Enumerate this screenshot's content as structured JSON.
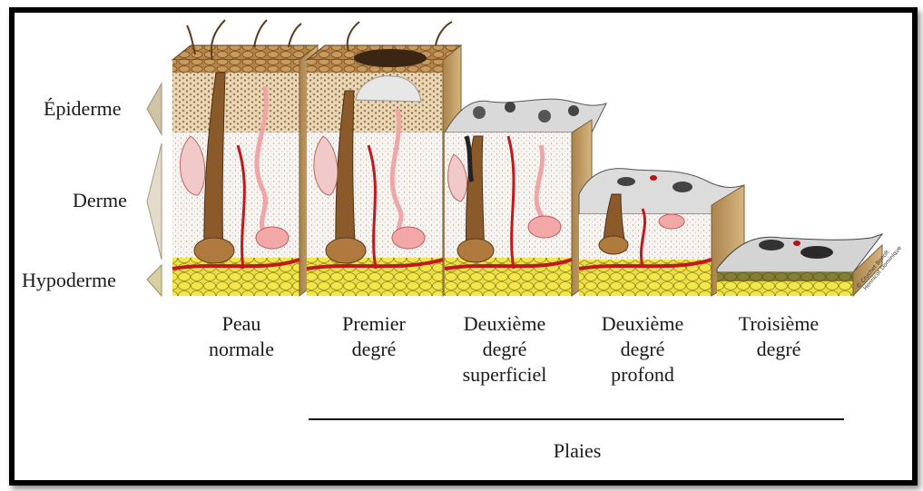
{
  "layers": [
    {
      "key": "epidermis",
      "label": "Épiderme"
    },
    {
      "key": "dermis",
      "label": "Derme"
    },
    {
      "key": "hypodermis",
      "label": "Hypoderme"
    }
  ],
  "stages": [
    {
      "key": "normal",
      "lines": [
        "Peau",
        "normale"
      ]
    },
    {
      "key": "first",
      "lines": [
        "Premier",
        "degré"
      ]
    },
    {
      "key": "second-superficial",
      "lines": [
        "Deuxième",
        "degré",
        "superficiel"
      ]
    },
    {
      "key": "second-deep",
      "lines": [
        "Deuxième",
        "degré",
        "profond"
      ]
    },
    {
      "key": "third",
      "lines": [
        "Troisième",
        "degré"
      ]
    }
  ],
  "bracket_label": "Plaies",
  "credit": [
    "© Cruchet Benoît",
    "Hennicot Dominique"
  ],
  "colors": {
    "frame": "#000000",
    "skin_surface": "#b98a4e",
    "skin_dark": "#6b4a22",
    "dermis": "#f4f1ee",
    "hypodermis": "#e6dc3a",
    "vessel": "#c0181c",
    "side_face": "#c9a46a"
  }
}
